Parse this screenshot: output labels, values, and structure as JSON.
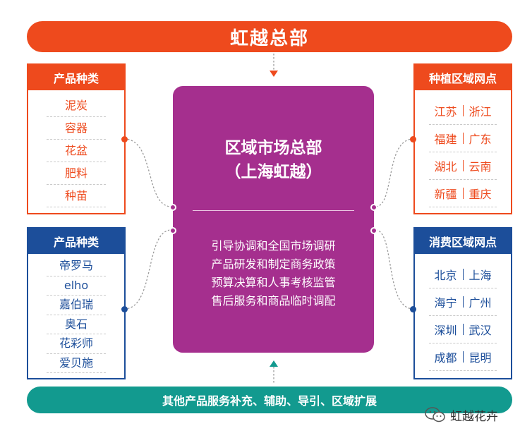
{
  "header": {
    "title": "虹越总部"
  },
  "footer": {
    "text": "其他产品服务补充、辅助、导引、区域扩展"
  },
  "left_top": {
    "title": "产品种类",
    "items": [
      "泥炭",
      "容器",
      "花盆",
      "肥料",
      "种苗"
    ]
  },
  "left_bottom": {
    "title": "产品种类",
    "items": [
      "帝罗马",
      "elho",
      "嘉伯瑞",
      "奥石",
      "花彩师",
      "爱贝施"
    ]
  },
  "center": {
    "title_line1": "区域市场总部",
    "title_line2": "（上海虹越）",
    "lines": [
      "引导协调和全国市场调研",
      "产品研发和制定商务政策",
      "预算决算和人事考核监管",
      "售后服务和商品临时调配"
    ]
  },
  "right_top": {
    "title": "种植区域网点",
    "pairs": [
      [
        "江苏",
        "浙江"
      ],
      [
        "福建",
        "广东"
      ],
      [
        "湖北",
        "云南"
      ],
      [
        "新疆",
        "重庆"
      ]
    ]
  },
  "right_bottom": {
    "title": "消费区域网点",
    "pairs": [
      [
        "北京",
        "上海"
      ],
      [
        "海宁",
        "广州"
      ],
      [
        "深圳",
        "武汉"
      ],
      [
        "成都",
        "昆明"
      ]
    ]
  },
  "watermark": {
    "text": "虹越花卉"
  },
  "colors": {
    "orange": "#ee4a1d",
    "blue": "#1c4e9a",
    "teal": "#129a8f",
    "purple": "#a52f8e"
  }
}
